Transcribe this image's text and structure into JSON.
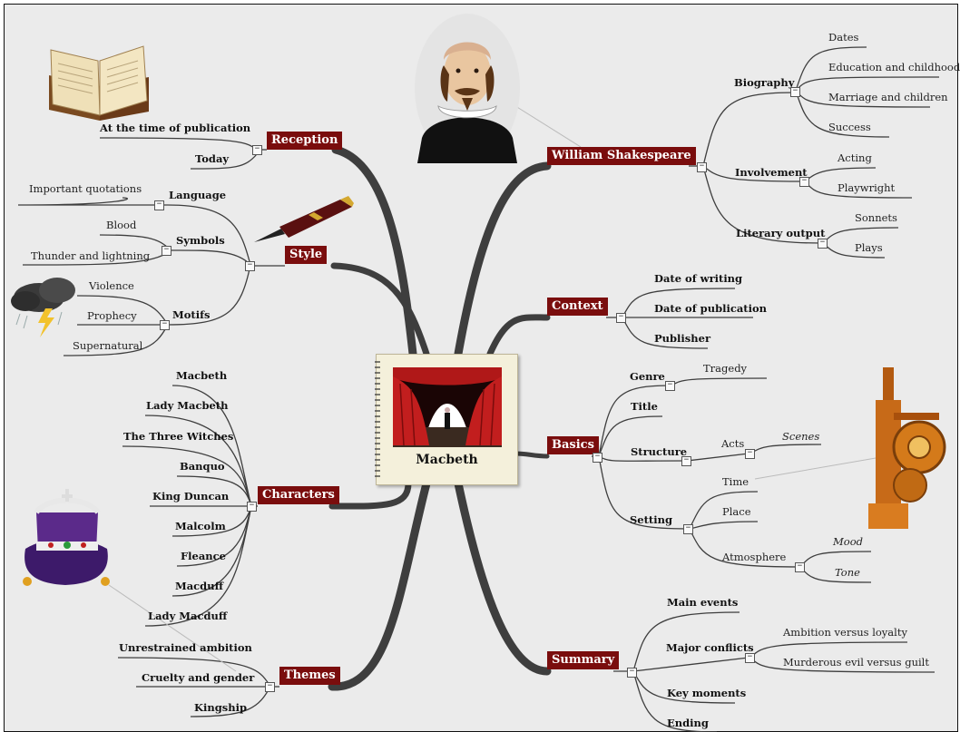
{
  "center": {
    "title": "Macbeth"
  },
  "branches": {
    "reception": {
      "label": "Reception",
      "items": [
        "At the time of publication",
        "Today"
      ]
    },
    "style": {
      "label": "Style",
      "language": "Language",
      "language_items": [
        "Important quotations"
      ],
      "symbols": "Symbols",
      "symbols_items": [
        "Blood",
        "Thunder and lightning"
      ],
      "motifs": "Motifs",
      "motifs_items": [
        "Violence",
        "Prophecy",
        "Supernatural"
      ]
    },
    "characters": {
      "label": "Characters",
      "items": [
        "Macbeth",
        "Lady Macbeth",
        "The Three Witches",
        "Banquo",
        "King Duncan",
        "Malcolm",
        "Fleance",
        "Macduff",
        "Lady Macduff"
      ]
    },
    "themes": {
      "label": "Themes",
      "items": [
        "Unrestrained ambition",
        "Cruelty and gender",
        "Kingship"
      ]
    },
    "shakespeare": {
      "label": "William Shakespeare",
      "biography": "Biography",
      "biography_items": [
        "Dates",
        "Education and childhood",
        "Marriage and children",
        "Success"
      ],
      "involvement": "Involvement",
      "involvement_items": [
        "Acting",
        "Playwright"
      ],
      "literary": "Literary output",
      "literary_items": [
        "Sonnets",
        "Plays"
      ]
    },
    "context": {
      "label": "Context",
      "items": [
        "Date of writing",
        "Date of publication",
        "Publisher"
      ]
    },
    "basics": {
      "label": "Basics",
      "genre": "Genre",
      "genre_items": [
        "Tragedy"
      ],
      "title": "Title",
      "structure": "Structure",
      "acts": "Acts",
      "scenes": "Scenes",
      "setting": "Setting",
      "setting_items": [
        "Time",
        "Place"
      ],
      "atmosphere": "Atmosphere",
      "atmosphere_items": [
        "Mood",
        "Tone"
      ]
    },
    "summary": {
      "label": "Summary",
      "main_events": "Main events",
      "major_conflicts": "Major conflicts",
      "conflict_items": [
        "Ambition versus loyalty",
        "Murderous evil versus guilt"
      ],
      "key_moments": "Key moments",
      "ending": "Ending"
    }
  },
  "toggle_symbol": "−",
  "colors": {
    "branch_fill": "#7a0d0d",
    "branch_line": "#3e3e3e",
    "background": "#ebebeb"
  },
  "images": [
    "open-book",
    "fountain-pen",
    "storm-cloud",
    "royal-crown",
    "shakespeare-portrait",
    "clock-mechanism",
    "stage-curtain"
  ]
}
